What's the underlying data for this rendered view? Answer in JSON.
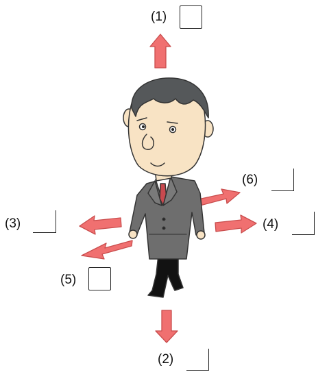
{
  "direction_labels": {
    "up": "(1)",
    "down": "(2)",
    "left": "(3)",
    "right": "(4)",
    "lower_left": "(5)",
    "upper_right": "(6)"
  },
  "colors": {
    "arrow": "#f07070",
    "arrow_outline": "#c94d4d",
    "suit": "#6e6e6e",
    "skin": "#f8e3c4",
    "hair": "#55585a",
    "tie": "#c8494f",
    "trousers": "#121212"
  },
  "icons": {
    "arrow": "arrow-icon",
    "figure": "businessman-figure"
  }
}
